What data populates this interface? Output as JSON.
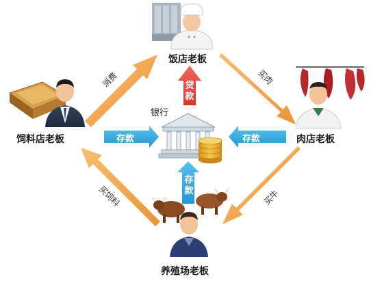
{
  "nodes": {
    "restaurant": "饭店老板",
    "butcher": "肉店老板",
    "feed_store": "饲料店老板",
    "farm": "养殖场老板",
    "bank": "银行"
  },
  "flows": {
    "feed_to_restaurant": "消费",
    "restaurant_to_butcher": "买肉",
    "butcher_to_farm": "买牛",
    "farm_to_feed": "买饲料",
    "feed_deposit": "存款",
    "butcher_deposit": "存款",
    "farm_deposit_chars": [
      "存",
      "款"
    ],
    "bank_loan_chars": [
      "贷",
      "款"
    ]
  },
  "colors": {
    "orange_arrow": "#f0a04b",
    "blue_arrow": "#3aa9de",
    "red_arrow": "#e5463a",
    "bank_grey": "#d3dce3",
    "coin_gold": "#f2b632"
  },
  "icons": {
    "restaurant": "chef-icon",
    "butcher": "butcher-icon",
    "feed_store": "businessman-icon",
    "farm": "farmer-icon",
    "bank": "bank-building-icon",
    "coins": "coin-stack-icon",
    "cattle": "cattle-icon",
    "meat": "hanging-meat-icon",
    "feed": "feed-tray-icon",
    "kitchen": "kitchen-icon"
  }
}
